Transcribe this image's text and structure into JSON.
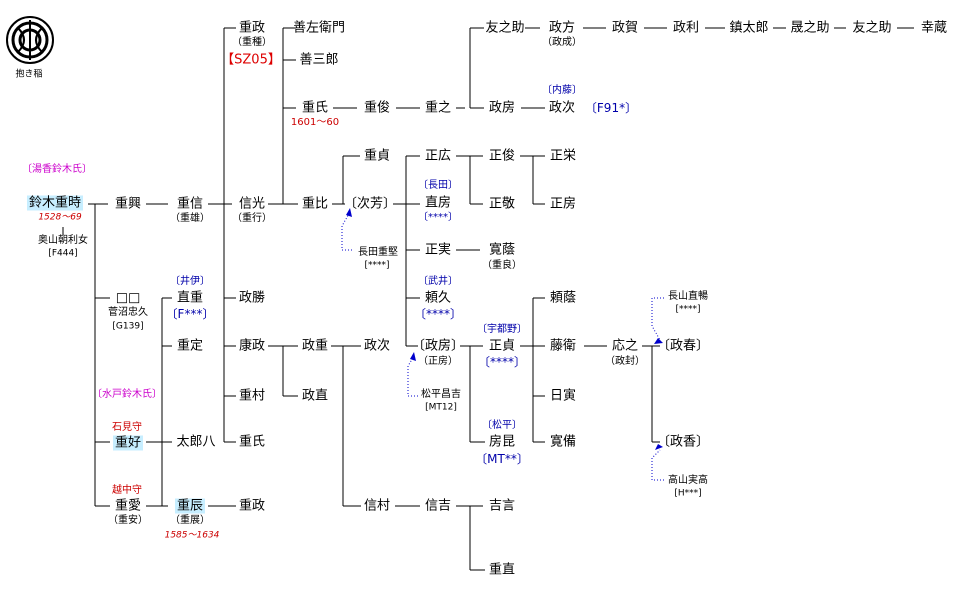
{
  "crest": {
    "label": "抱き稲",
    "icon": "daki-ine-crest-icon"
  },
  "colors": {
    "line": "#000000",
    "adoption": "#0000cc",
    "highlight": "#c7eeff",
    "clan": "#cc00cc",
    "code_red": "#dd0000",
    "domain_blue": "#0000aa"
  },
  "people": {
    "shigetoki": "鈴木重時",
    "shigetoki_years": "1528～69",
    "shigetoki_wife": "奥山朝利女",
    "shigetoki_wife_code": "[F444]",
    "shigeoki": "重興",
    "shigenobu": "重信",
    "shigenobu_alt": "（重雄）",
    "nobumitsu": "信光",
    "nobumitsu_alt": "（重行）",
    "shigemasa_top": "重政",
    "shigemasa_top_alt": "（重種）",
    "code_sz05": "【SZ05】",
    "zenzaemon": "善左衛門",
    "zensaburo": "善三郎",
    "shigeuji": "重氏",
    "shigeuji_years": "1601～60",
    "shigetoshi": "重俊",
    "shigeyuki": "重之",
    "tomonosuke1": "友之助",
    "masakata": "政方",
    "masakata_alt": "（政成）",
    "masayoshi": "政賀",
    "masatoshi_r": "政利",
    "shintaro": "鎮太郎",
    "akinosuke": "晟之助",
    "tomonosuke2": "友之助",
    "kozo": "幸蔵",
    "masafusa": "政房",
    "naito": "〔内藤〕",
    "masatsugu": "政次",
    "code_f91": "〔F91*〕",
    "shigehi": "重比",
    "tsuguyoshi": "〔次芳〕",
    "nagata_shigekata": "長田重堅",
    "nagata_code": "[****]",
    "shigesada": "重貞",
    "masahiro": "正広",
    "masatoshi": "正俊",
    "masahide": "正栄",
    "nagata_dom": "〔長田〕",
    "naofusa": "直房",
    "naofusa_code": "〔****〕",
    "masataka": "正敬",
    "masafusa2": "正房",
    "masazane": "正実",
    "hirofusa": "寛蔭",
    "hirofusa_alt": "（重良）",
    "takei_dom": "〔武井〕",
    "yorihisa": "頼久",
    "yorihisa_code": "〔****〕",
    "masafusa3": "〔政房〕",
    "masafusa3_alt": "（正房）",
    "utsunomiya_dom": "〔宇都野〕",
    "masasada": "正貞",
    "masasada_code": "〔****〕",
    "matsudaira_masayoshi": "松平昌吉",
    "matsudaira_code": "[MT12]",
    "matsudaira_dom": "〔松平〕",
    "fusaakira": "房昆",
    "fusaakira_code": "〔MT**〕",
    "yorifusa": "頼蔭",
    "fujie": "藤衛",
    "masayuki_r": "応之",
    "masayuki_alt": "（政封）",
    "hitora": "日寅",
    "hirobi": "寛備",
    "nagayama": "長山直暢",
    "nagayama_code": "[****]",
    "masaharu": "〔政春〕",
    "masaka": "〔政香〕",
    "takayama": "高山実高",
    "takayama_code": "[H***]",
    "unknown": "□□",
    "suganuma": "菅沼忠久",
    "suganuma_code": "[G139]",
    "ii_dom": "〔井伊〕",
    "naoshige": "直重",
    "naoshige_code": "〔F***〕",
    "masakatsu": "政勝",
    "shigesada2": "重定",
    "yasumasa": "康政",
    "masashige": "政重",
    "masatsugu2": "政次",
    "shigemura": "重村",
    "masanao": "政直",
    "shigeuji2": "重氏",
    "mito_clan": "〔水戸鈴木氏〕",
    "iwami_title": "石見守",
    "shigeyoshi": "重好",
    "tarohachi": "太郎八",
    "echizen_title": "越中守",
    "shigechika": "重愛",
    "shigechika_alt": "（重安）",
    "shigetatsu": "重辰",
    "shigetatsu_alt": "（重展）",
    "shigetatsu_years": "1585～1634",
    "shigemasa_bot": "重政",
    "nobumura": "信村",
    "nobuyoshi": "信吉",
    "yoshinobu": "吉言",
    "shigenao": "重直",
    "yusetsu_clan": "〔湯香鈴木氏〕"
  }
}
